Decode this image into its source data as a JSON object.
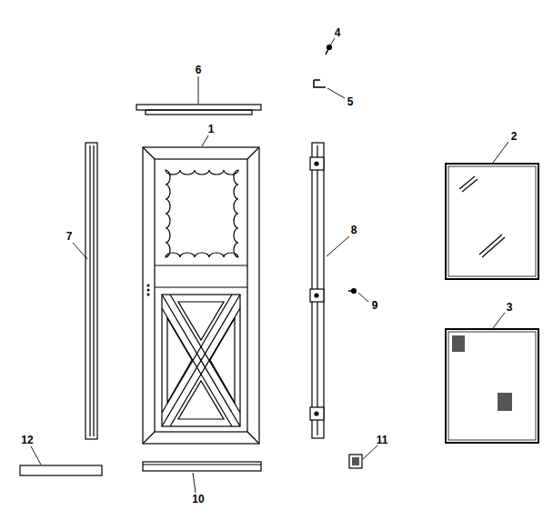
{
  "diagram": {
    "labels": [
      "4",
      "6",
      "5",
      "1",
      "2",
      "7",
      "8",
      "9",
      "3",
      "12",
      "10",
      "11"
    ]
  }
}
